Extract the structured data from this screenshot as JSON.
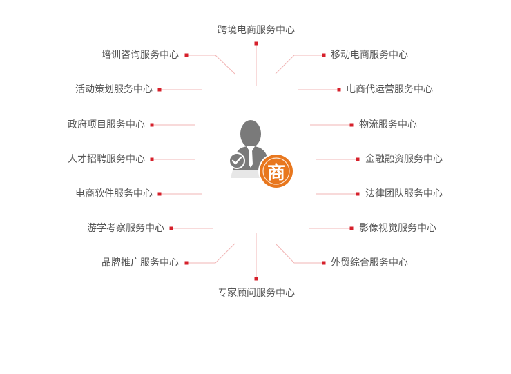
{
  "colors": {
    "accent": "#d6202b",
    "line": "#f2b5b5",
    "text": "#555555",
    "figure": "#7a7a7a",
    "badge": "#e8771e"
  },
  "center": {
    "figure_icon": "businessman-icon",
    "check_icon": "check-circle-icon",
    "badge_icon": "orange-seal-icon",
    "badge_char": "商"
  },
  "services": [
    {
      "id": "cross-border",
      "label": "跨境电商服务中心"
    },
    {
      "id": "training",
      "label": "培训咨询服务中心"
    },
    {
      "id": "mobile-ecommerce",
      "label": "移动电商服务中心"
    },
    {
      "id": "event-planning",
      "label": "活动策划服务中心"
    },
    {
      "id": "ecommerce-operation",
      "label": "电商代运营服务中心"
    },
    {
      "id": "government-project",
      "label": "政府项目服务中心"
    },
    {
      "id": "logistics",
      "label": "物流服务中心"
    },
    {
      "id": "talent-recruitment",
      "label": "人才招聘服务中心"
    },
    {
      "id": "financing",
      "label": "金融融资服务中心"
    },
    {
      "id": "ecommerce-software",
      "label": "电商软件服务中心"
    },
    {
      "id": "legal-team",
      "label": "法律团队服务中心"
    },
    {
      "id": "study-tour",
      "label": "游学考察服务中心"
    },
    {
      "id": "video-visual",
      "label": "影像视觉服务中心"
    },
    {
      "id": "brand-promotion",
      "label": "品牌推广服务中心"
    },
    {
      "id": "foreign-trade",
      "label": "外贸综合服务中心"
    },
    {
      "id": "expert-consultant",
      "label": "专家顾问服务中心"
    }
  ]
}
